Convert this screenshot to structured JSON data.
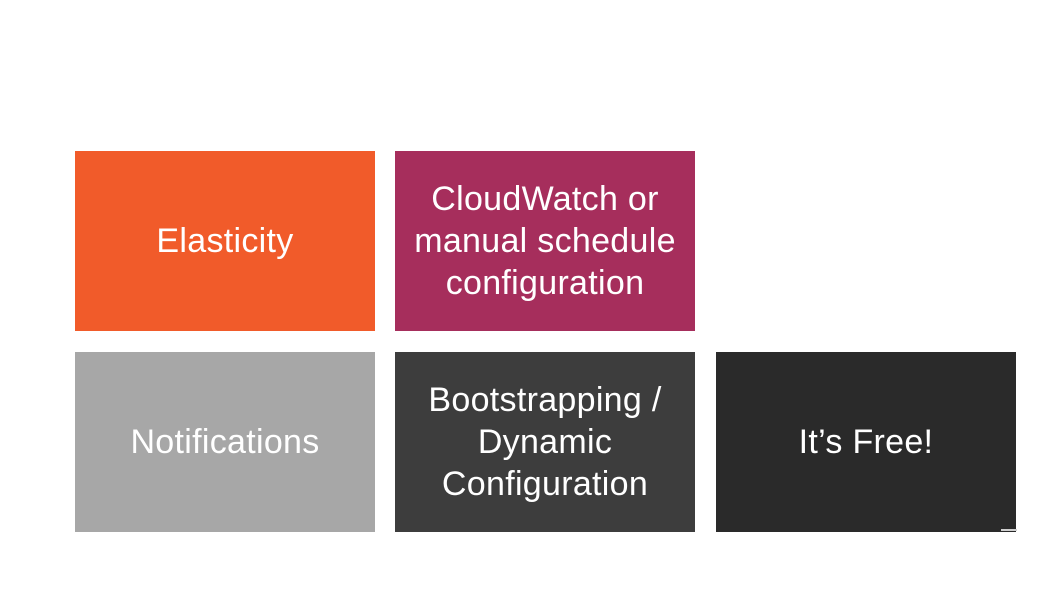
{
  "tiles": [
    {
      "label": "Elasticity",
      "color": "#f15b2a"
    },
    {
      "label": "CloudWatch or\nmanual schedule\nconfiguration",
      "color": "#a62e5c"
    },
    {
      "label": "Notifications",
      "color": "#a7a7a7"
    },
    {
      "label": "Bootstrapping /\nDynamic\nConfiguration",
      "color": "#3d3d3d"
    },
    {
      "label": "It’s Free!",
      "color": "#2a2a2a"
    }
  ]
}
